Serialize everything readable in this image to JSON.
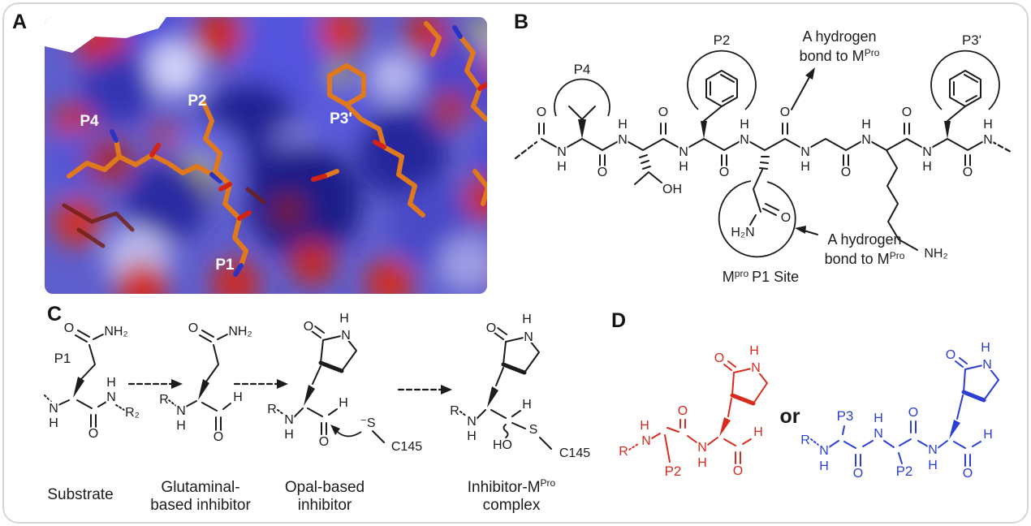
{
  "panel_labels": {
    "a": "A",
    "b": "B",
    "c": "C",
    "d": "D"
  },
  "atoms": {
    "o": "O",
    "n": "N",
    "h": "H",
    "s": "S",
    "s_minus": "⁻S",
    "oh": "OH",
    "ho": "HO",
    "nh2": "NH₂",
    "h2n": "H₂N",
    "r": "R",
    "r2": "R₂",
    "c145": "C145"
  },
  "sites": {
    "p1": "P1",
    "p2": "P2",
    "p3": "P3",
    "p4": "P4",
    "p3_prime": "P3'"
  },
  "panel_a": {
    "pocket_labels": {
      "p4": "P4",
      "p2": "P2",
      "p3_prime": "P3'",
      "p1": "P1"
    }
  },
  "panel_b": {
    "hbond_note_line1": "A hydrogen",
    "hbond_note_line2": "bond to M",
    "hbond_note_sup": "Pro",
    "p1_site_m": "M",
    "p1_site_sup": "pro",
    "p1_site_text": "P1 Site"
  },
  "panel_c": {
    "captions": {
      "step1": "Substrate",
      "step2_line1": "Glutaminal-",
      "step2_line2": "based inhibitor",
      "step3_line1": "Opal-based",
      "step3_line2": "inhibitor",
      "step4_line1_base": "Inhibitor-M",
      "step4_line1_sup": "Pro",
      "step4_line2": "complex"
    }
  },
  "panel_d": {
    "connector": "or"
  },
  "colors": {
    "red_variant": "#d92b1d",
    "blue_variant": "#2b3fd4",
    "ligand_orange": "#e0791c",
    "ink": "#1c1c1c",
    "surface_blue": "#4848cc",
    "surface_red": "#cf2b20",
    "surface_yellow": "#c0b62a",
    "pocket_label_white": "#ffffff",
    "card_border": "#d6d6da"
  }
}
